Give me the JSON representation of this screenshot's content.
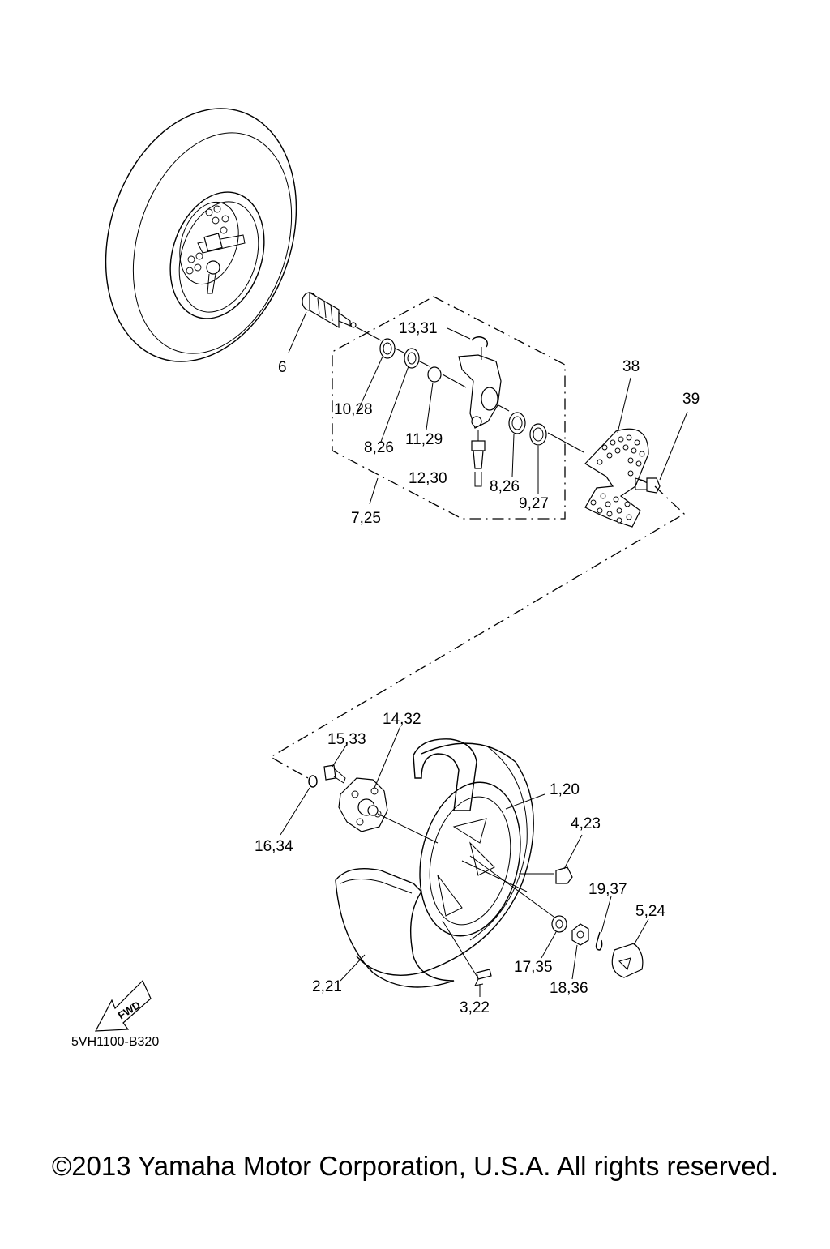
{
  "callouts": [
    "6",
    "13,31",
    "10,28",
    "8,26",
    "11,29",
    "12,30",
    "8,26",
    "9,27",
    "7,25",
    "38",
    "39",
    "14,32",
    "15,33",
    "16,34",
    "1,20",
    "4,23",
    "19,37",
    "5,24",
    "17,35",
    "18,36",
    "2,21",
    "3,22"
  ],
  "fwd_label": "FWD",
  "diagram_code": "5VH1100-B320",
  "copyright": "©2013 Yamaha Motor Corporation, U.S.A. All rights reserved."
}
